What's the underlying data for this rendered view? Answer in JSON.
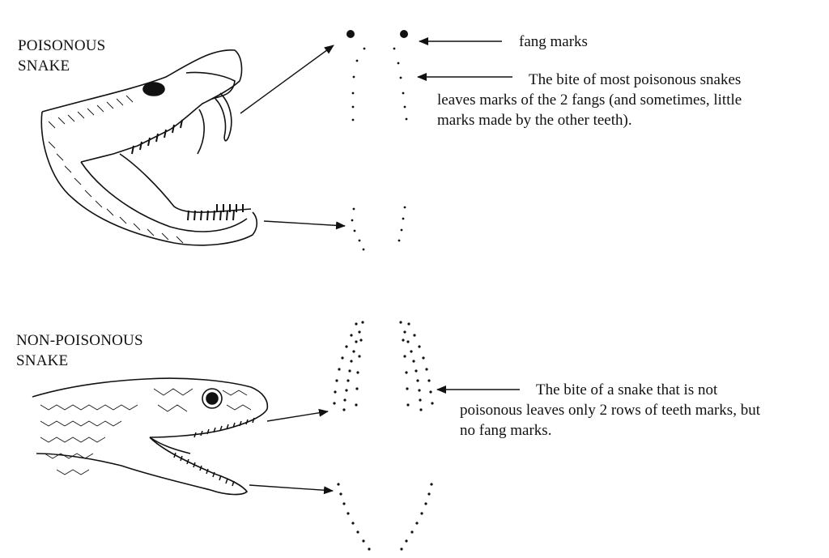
{
  "labels": {
    "poisonous": [
      "POISONOUS",
      "SNAKE"
    ],
    "non_poisonous": [
      "NON-POISONOUS",
      "SNAKE"
    ]
  },
  "callouts": {
    "fang_marks": "fang marks",
    "poisonous_bite": [
      "The bite of most poisonous snakes",
      "leaves marks of the 2 fangs (and sometimes, little",
      "marks made by the other teeth)."
    ],
    "non_poisonous_bite": [
      "The bite of a snake that is not",
      "poisonous leaves only 2 rows of teeth marks, but",
      "no fang marks."
    ]
  },
  "colors": {
    "ink": "#111111",
    "paper": "#ffffff"
  }
}
